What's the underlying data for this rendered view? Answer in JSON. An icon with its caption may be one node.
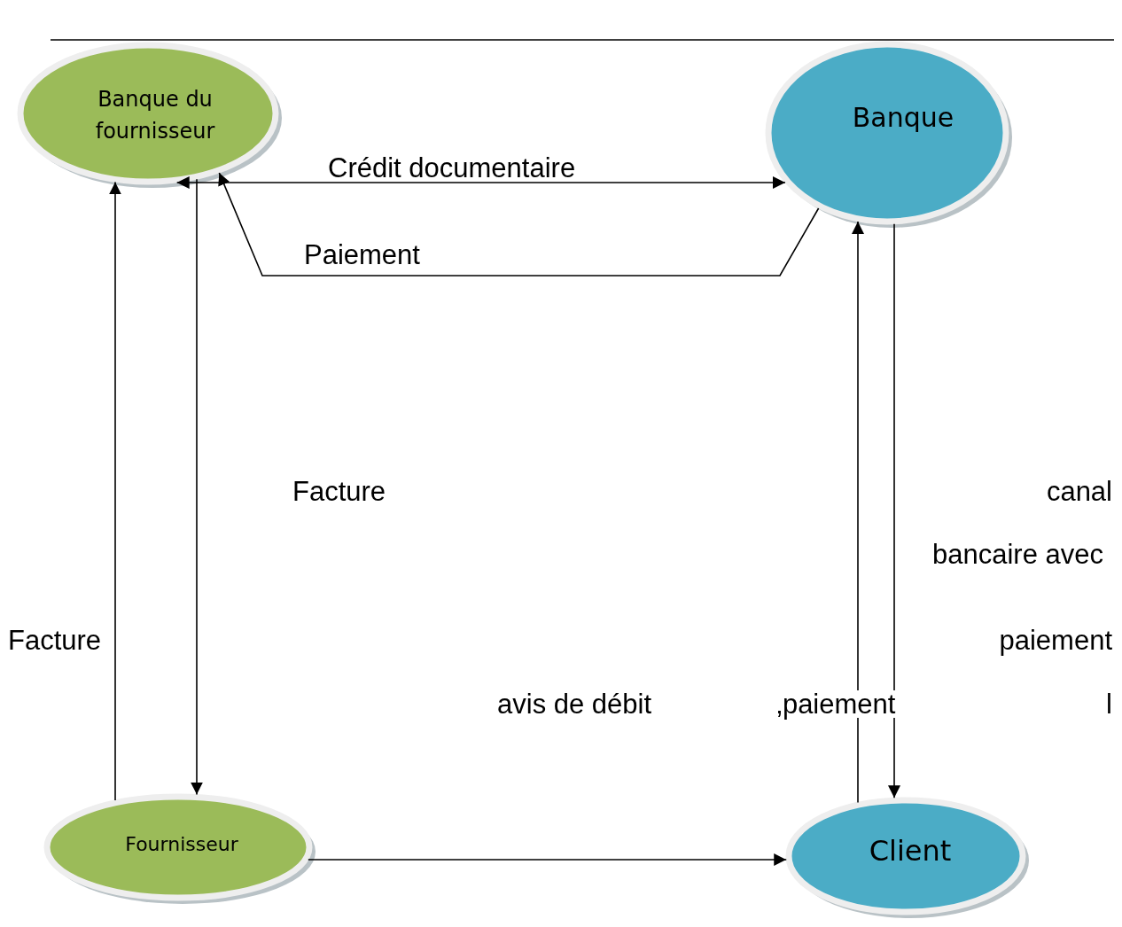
{
  "diagram": {
    "nodes": [
      {
        "text": [
          "Banque du fournisseur"
        ]
      },
      {
        "text": [
          "Banque"
        ]
      },
      {
        "text": [
          "Fournisseur"
        ]
      },
      {
        "text": [
          "Client"
        ]
      }
    ],
    "edges": [
      {
        "from": 0,
        "to": 1,
        "arrow": "both",
        "label": "Crédit documentaire"
      },
      {
        "from": 1,
        "to": 0,
        "arrow": "to",
        "label": "Paiement"
      },
      {
        "from": 2,
        "to": 0,
        "arrow": "to"
      },
      {
        "from": 0,
        "to": 2,
        "arrow": "to"
      },
      {
        "from": 3,
        "to": 1,
        "arrow": "to"
      },
      {
        "from": 1,
        "to": 3,
        "arrow": "to"
      },
      {
        "from": 2,
        "to": 3,
        "arrow": "to"
      }
    ],
    "labels": [
      "Facture",
      "canal",
      "bancaire avec",
      "Facture",
      "paiement",
      "avis de débit",
      "‚paiement",
      "l"
    ]
  }
}
